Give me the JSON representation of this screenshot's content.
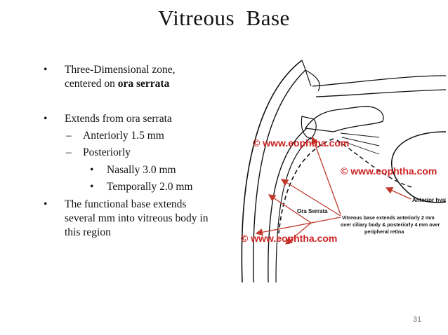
{
  "slide": {
    "title": "Vitreous  Base",
    "page_number": "31"
  },
  "bullets": {
    "b1_line1": "Three-Dimensional zone,",
    "b1_line2_prefix": "centered on ",
    "b1_line2_bold": "ora serrata",
    "b2": "Extends  from ora serrata",
    "b2_sub1": "Anteriorly       1.5 mm",
    "b2_sub2": "Posteriorly",
    "b2_sub2_a": "Nasally           3.0 mm",
    "b2_sub2_b": "Temporally    2.0 mm",
    "b3_line1": "The functional base extends",
    "b3_line2": "several mm into vitreous body in",
    "b3_line3": "this region",
    "marker_bullet": "•",
    "marker_dash": "–"
  },
  "figure": {
    "watermark_1": "© www.eophtha.com",
    "watermark_2": "© www.eophtha.com",
    "watermark_3": "© www.eophtha.com",
    "label_anterior_hyaloid": "Anterior hyaloid",
    "label_ora_serrata": "Ora Serrata",
    "caption_line1": "Vitreous base extends anteriorly 2 mm",
    "caption_line2": "over ciliary body & posteriorly 4 mm over",
    "caption_line3": "peripheral retina",
    "colors": {
      "arrow": "#c0392b",
      "watermark": "#cc2222",
      "line": "#111111"
    }
  }
}
